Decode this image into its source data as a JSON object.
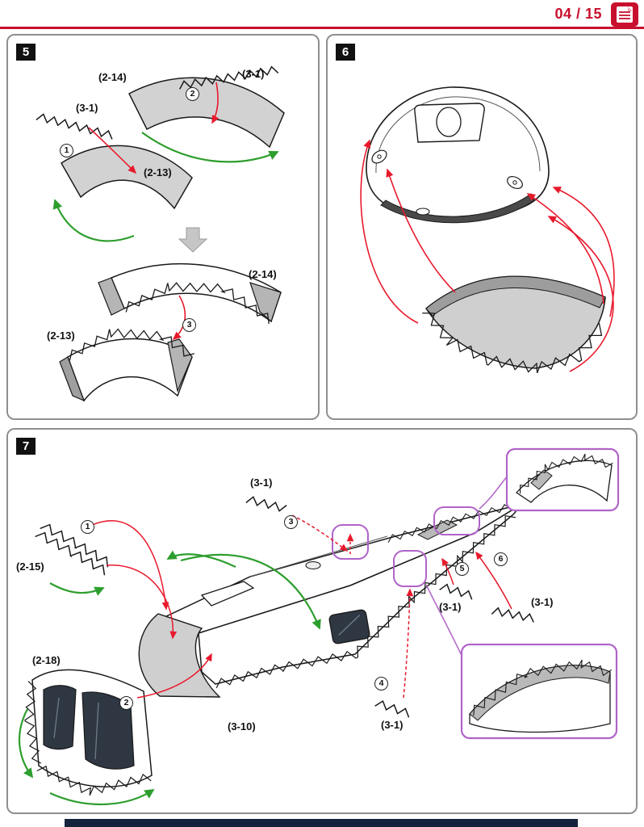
{
  "header": {
    "page_number": "04 / 15",
    "icon": "document-icon"
  },
  "colors": {
    "accent_red": "#c8102e",
    "arrow_red": "#e8192c",
    "arrow_green": "#2e9e2e",
    "callout_purple": "#b064c8",
    "part_gray": "#d2d2d2",
    "tab_gray": "#b5b5b5",
    "window_dark": "#2e3742",
    "panel_border": "#8f8f8f",
    "footer_bar": "#16233c"
  },
  "panel5": {
    "number": "5",
    "label_2_14_top": "(2-14)",
    "label_3_1_top": "(3-1)",
    "label_3_1_left": "(3-1)",
    "label_2_13_top": "(2-13)",
    "label_2_14_bottom": "(2-14)",
    "label_2_13_bottom": "(2-13)",
    "step1": "1",
    "step2": "2",
    "step3": "3"
  },
  "panel6": {
    "number": "6"
  },
  "panel7": {
    "number": "7",
    "label_3_1_top": "(3-1)",
    "label_2_15": "(2-15)",
    "label_2_18": "(2-18)",
    "label_3_10": "(3-10)",
    "label_3_1_step5": "(3-1)",
    "label_3_1_step6": "(3-1)",
    "label_3_1_step4": "(3-1)",
    "step1": "1",
    "step2": "2",
    "step3": "3",
    "step4": "4",
    "step5": "5",
    "step6": "6"
  }
}
